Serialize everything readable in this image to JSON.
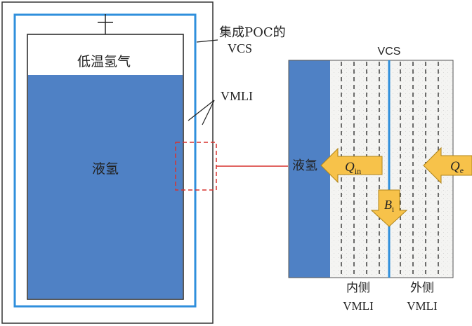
{
  "tank": {
    "gas_label": "低温氢气",
    "liquid_label": "液氢"
  },
  "annotations": {
    "vcs_poc_line1": "集成POC的",
    "vcs_poc_line2": "VCS",
    "vmli": "VMLI",
    "vcs_top": "VCS"
  },
  "detail": {
    "liquid_label": "液氢",
    "q_in_main": "Q",
    "q_in_sub": "in",
    "q_e_main": "Q",
    "q_e_sub": "e",
    "b_main": "B",
    "b_sub": "i",
    "inner_line1": "内侧",
    "inner_line2": "VMLI",
    "outer_line1": "外侧",
    "outer_line2": "VMLI"
  },
  "colors": {
    "liquid": "#4f81c5",
    "vcs_blue": "#2f8fdc",
    "arrow_fill": "#f7c24a",
    "arrow_stroke": "#b08418",
    "zoom_red": "#d7322f",
    "vmli_bg": "#f3f3f1"
  }
}
